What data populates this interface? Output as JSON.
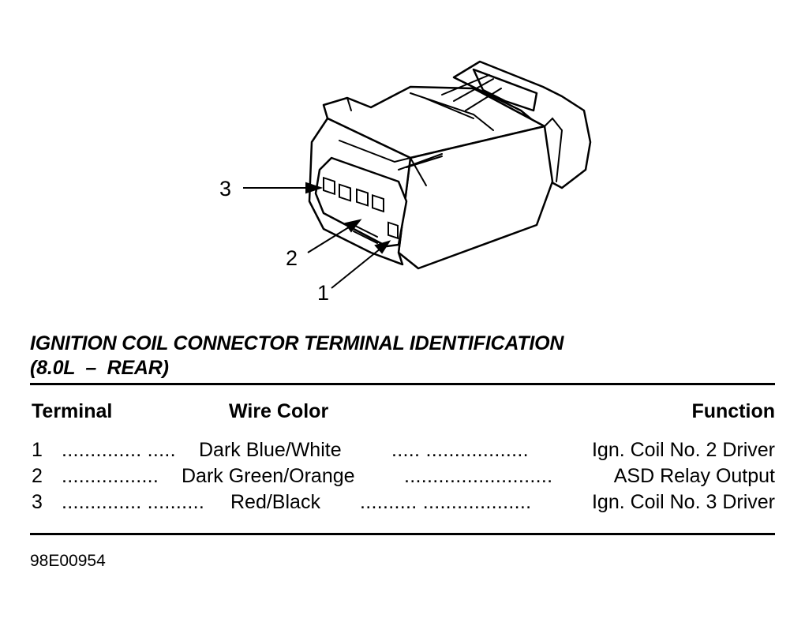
{
  "callouts": [
    "3",
    "2",
    "1"
  ],
  "title_line1": "IGNITION COIL CONNECTOR TERMINAL IDENTIFICATION",
  "title_line2": "(8.0L  –  REAR)",
  "headers": {
    "terminal": "Terminal",
    "wire_color": "Wire Color",
    "function": "Function"
  },
  "rows": [
    {
      "terminal": "1",
      "dots1": ".............. .....",
      "wire_color": "Dark Blue/White",
      "dots2": "..... ..................",
      "function": "Ign. Coil No. 2 Driver"
    },
    {
      "terminal": "2",
      "dots1": ".................",
      "wire_color": "Dark Green/Orange",
      "dots2": "..........................",
      "function": "ASD Relay Output"
    },
    {
      "terminal": "3",
      "dots1": ".............. ..........",
      "wire_color": "Red/Black",
      "dots2": ".......... ...................",
      "function": "Ign. Coil No. 3 Driver"
    }
  ],
  "figure_code": "98E00954"
}
